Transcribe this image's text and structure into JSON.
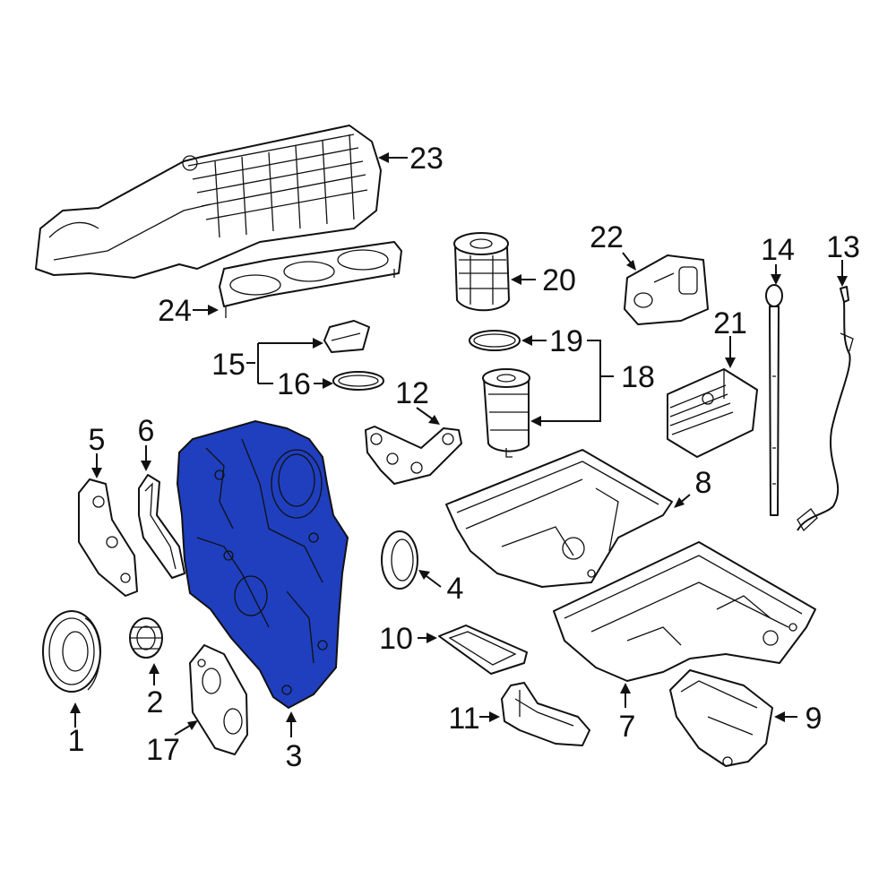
{
  "diagram": {
    "highlight_color": "#1f3fbf",
    "outline_color": "#111111",
    "highlighted_part": "3",
    "callouts": {
      "c1": "1",
      "c2": "2",
      "c3": "3",
      "c4": "4",
      "c5": "5",
      "c6": "6",
      "c7": "7",
      "c8": "8",
      "c9": "9",
      "c10": "10",
      "c11": "11",
      "c12": "12",
      "c13": "13",
      "c14": "14",
      "c15": "15",
      "c16": "16",
      "c17": "17",
      "c18": "18",
      "c19": "19",
      "c20": "20",
      "c21": "21",
      "c22": "22",
      "c23": "23",
      "c24": "24"
    }
  }
}
